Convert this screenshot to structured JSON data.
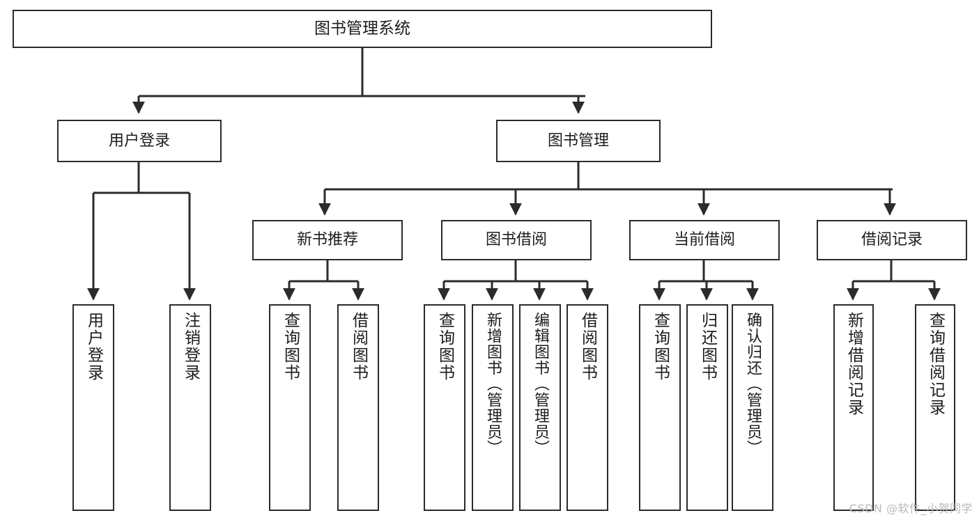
{
  "diagram": {
    "title": "图书管理系统",
    "watermark": "CSDN @软件_小贺同学",
    "line_color": "#2b2b2b",
    "box_fill": "#ffffff",
    "text_color": "#1c1c1c",
    "watermark_color": "#b9b9b9",
    "root": {
      "label": "图书管理系统"
    },
    "level1": [
      {
        "label": "用户登录"
      },
      {
        "label": "图书管理"
      }
    ],
    "level2": [
      {
        "label": "新书推荐"
      },
      {
        "label": "图书借阅"
      },
      {
        "label": "当前借阅"
      },
      {
        "label": "借阅记录"
      }
    ],
    "leaves": {
      "user_login": [
        {
          "label": "用户登录"
        },
        {
          "label": "注销登录"
        }
      ],
      "new_book_recommend": [
        {
          "label": "查询图书"
        },
        {
          "label": "借阅图书"
        }
      ],
      "book_borrow": [
        {
          "label": "查询图书"
        },
        {
          "label": "新增图书（管理员）"
        },
        {
          "label": "编辑图书（管理员）"
        },
        {
          "label": "借阅图书"
        }
      ],
      "current_borrow": [
        {
          "label": "查询图书"
        },
        {
          "label": "归还图书"
        },
        {
          "label": "确认归还（管理员）"
        }
      ],
      "borrow_records": [
        {
          "label": "新增借阅记录"
        },
        {
          "label": "查询借阅记录"
        }
      ]
    }
  }
}
